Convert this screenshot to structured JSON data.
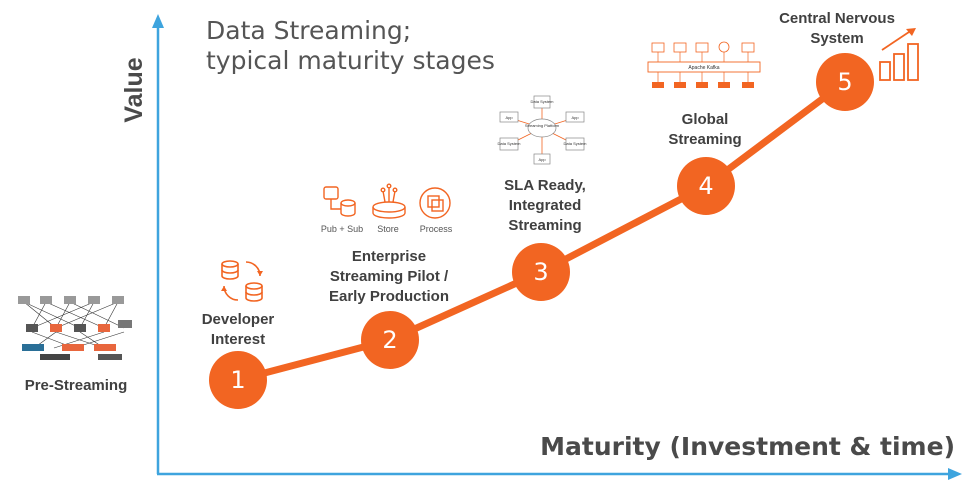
{
  "title_line1": "Data Streaming;",
  "title_line2": "typical maturity stages",
  "axes": {
    "y_label": "Value",
    "x_label": "Maturity (Investment & time)",
    "color": "#3ea4de"
  },
  "curve_color": "#f26522",
  "pre_streaming": {
    "label": "Pre-Streaming"
  },
  "stages": [
    {
      "number": "1",
      "label": "Developer\nInterest"
    },
    {
      "number": "2",
      "label": "Enterprise\nStreaming Pilot /\nEarly Production"
    },
    {
      "number": "3",
      "label": "SLA Ready,\nIntegrated\nStreaming"
    },
    {
      "number": "4",
      "label": "Global\nStreaming"
    },
    {
      "number": "5",
      "label": "Central Nervous\nSystem"
    }
  ],
  "stage2_icons": [
    "Pub + Sub",
    "Store",
    "Process"
  ],
  "stage3_diagram": {
    "center": "Streaming Platform",
    "nodes": [
      "Data System",
      "App",
      "App",
      "Data System",
      "Data System",
      "App"
    ]
  },
  "stage4_diagram": {
    "bus": "Apache Kafka"
  }
}
